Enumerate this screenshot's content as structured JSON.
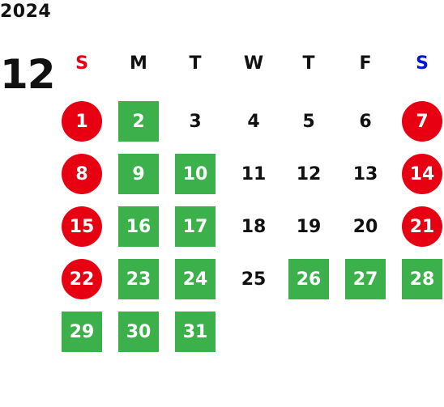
{
  "calendar": {
    "year": "2024",
    "month": "12",
    "colors": {
      "sunday_header": "#e60012",
      "saturday_header": "#0018d6",
      "weekday_header": "#111111",
      "holiday": "#e60012",
      "workday": "#3cb04a",
      "plain": "#111111"
    },
    "weekdays": [
      {
        "label": "S",
        "kind": "sunday"
      },
      {
        "label": "M",
        "kind": "weekday"
      },
      {
        "label": "T",
        "kind": "weekday"
      },
      {
        "label": "W",
        "kind": "weekday"
      },
      {
        "label": "T",
        "kind": "weekday"
      },
      {
        "label": "F",
        "kind": "weekday"
      },
      {
        "label": "S",
        "kind": "saturday"
      }
    ],
    "days": [
      {
        "day": "1",
        "col": 0,
        "row": 0,
        "style": "holiday"
      },
      {
        "day": "2",
        "col": 1,
        "row": 0,
        "style": "workday"
      },
      {
        "day": "3",
        "col": 2,
        "row": 0,
        "style": "plain"
      },
      {
        "day": "4",
        "col": 3,
        "row": 0,
        "style": "plain"
      },
      {
        "day": "5",
        "col": 4,
        "row": 0,
        "style": "plain"
      },
      {
        "day": "6",
        "col": 5,
        "row": 0,
        "style": "plain"
      },
      {
        "day": "7",
        "col": 6,
        "row": 0,
        "style": "holiday"
      },
      {
        "day": "8",
        "col": 0,
        "row": 1,
        "style": "holiday"
      },
      {
        "day": "9",
        "col": 1,
        "row": 1,
        "style": "workday"
      },
      {
        "day": "10",
        "col": 2,
        "row": 1,
        "style": "workday"
      },
      {
        "day": "11",
        "col": 3,
        "row": 1,
        "style": "plain"
      },
      {
        "day": "12",
        "col": 4,
        "row": 1,
        "style": "plain"
      },
      {
        "day": "13",
        "col": 5,
        "row": 1,
        "style": "plain"
      },
      {
        "day": "14",
        "col": 6,
        "row": 1,
        "style": "holiday"
      },
      {
        "day": "15",
        "col": 0,
        "row": 2,
        "style": "holiday"
      },
      {
        "day": "16",
        "col": 1,
        "row": 2,
        "style": "workday"
      },
      {
        "day": "17",
        "col": 2,
        "row": 2,
        "style": "workday"
      },
      {
        "day": "18",
        "col": 3,
        "row": 2,
        "style": "plain"
      },
      {
        "day": "19",
        "col": 4,
        "row": 2,
        "style": "plain"
      },
      {
        "day": "20",
        "col": 5,
        "row": 2,
        "style": "plain"
      },
      {
        "day": "21",
        "col": 6,
        "row": 2,
        "style": "holiday"
      },
      {
        "day": "22",
        "col": 0,
        "row": 3,
        "style": "holiday"
      },
      {
        "day": "23",
        "col": 1,
        "row": 3,
        "style": "workday"
      },
      {
        "day": "24",
        "col": 2,
        "row": 3,
        "style": "workday"
      },
      {
        "day": "25",
        "col": 3,
        "row": 3,
        "style": "plain"
      },
      {
        "day": "26",
        "col": 4,
        "row": 3,
        "style": "workday"
      },
      {
        "day": "27",
        "col": 5,
        "row": 3,
        "style": "workday"
      },
      {
        "day": "28",
        "col": 6,
        "row": 3,
        "style": "workday"
      },
      {
        "day": "29",
        "col": 1,
        "row": 4,
        "style": "workday",
        "shift": -1
      },
      {
        "day": "30",
        "col": 2,
        "row": 4,
        "style": "workday",
        "shift": -1
      },
      {
        "day": "31",
        "col": 3,
        "row": 4,
        "style": "workday",
        "shift": -1
      }
    ]
  }
}
